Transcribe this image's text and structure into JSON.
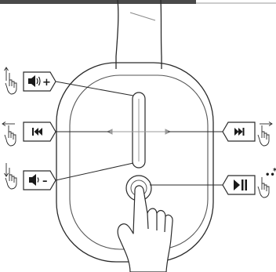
{
  "colors": {
    "header_bar": "#4a4a4a",
    "outline": "#2a2a2a",
    "light_line": "#9a9a9a",
    "background": "#ffffff"
  },
  "callouts": [
    {
      "id": "volume-up",
      "icon": "speaker-icon",
      "symbol": "+",
      "gesture": "swipe-up"
    },
    {
      "id": "previous-track",
      "icon": "previous-track-icon",
      "symbol": "",
      "gesture": "swipe-back"
    },
    {
      "id": "volume-down",
      "icon": "speaker-icon",
      "symbol": "–",
      "gesture": "swipe-down"
    },
    {
      "id": "next-track",
      "icon": "next-track-icon",
      "symbol": "",
      "gesture": "swipe-forward"
    },
    {
      "id": "play-pause",
      "icon": "play-pause-icon",
      "symbol": "",
      "gesture": "tap",
      "taps": "•• "
    }
  ],
  "labels": {
    "volume_up_plus": "+",
    "volume_down_minus": "–",
    "tap_dots": "••",
    "tap_star": "*"
  }
}
